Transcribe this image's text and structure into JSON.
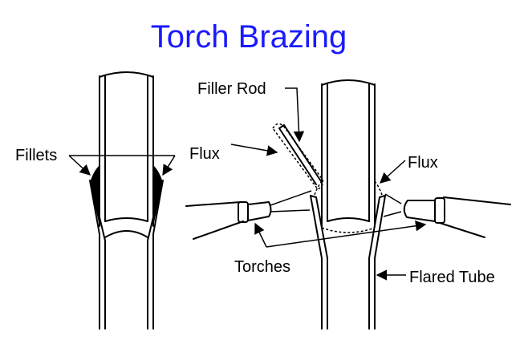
{
  "title": "Torch Brazing",
  "labels": {
    "fillets": "Fillets",
    "filler_rod": "Filler Rod",
    "flux_left": "Flux",
    "flux_right": "Flux",
    "torches": "Torches",
    "flared_tube": "Flared Tube"
  },
  "colors": {
    "title": "#1a1aff",
    "line": "#000000",
    "background": "#ffffff"
  }
}
